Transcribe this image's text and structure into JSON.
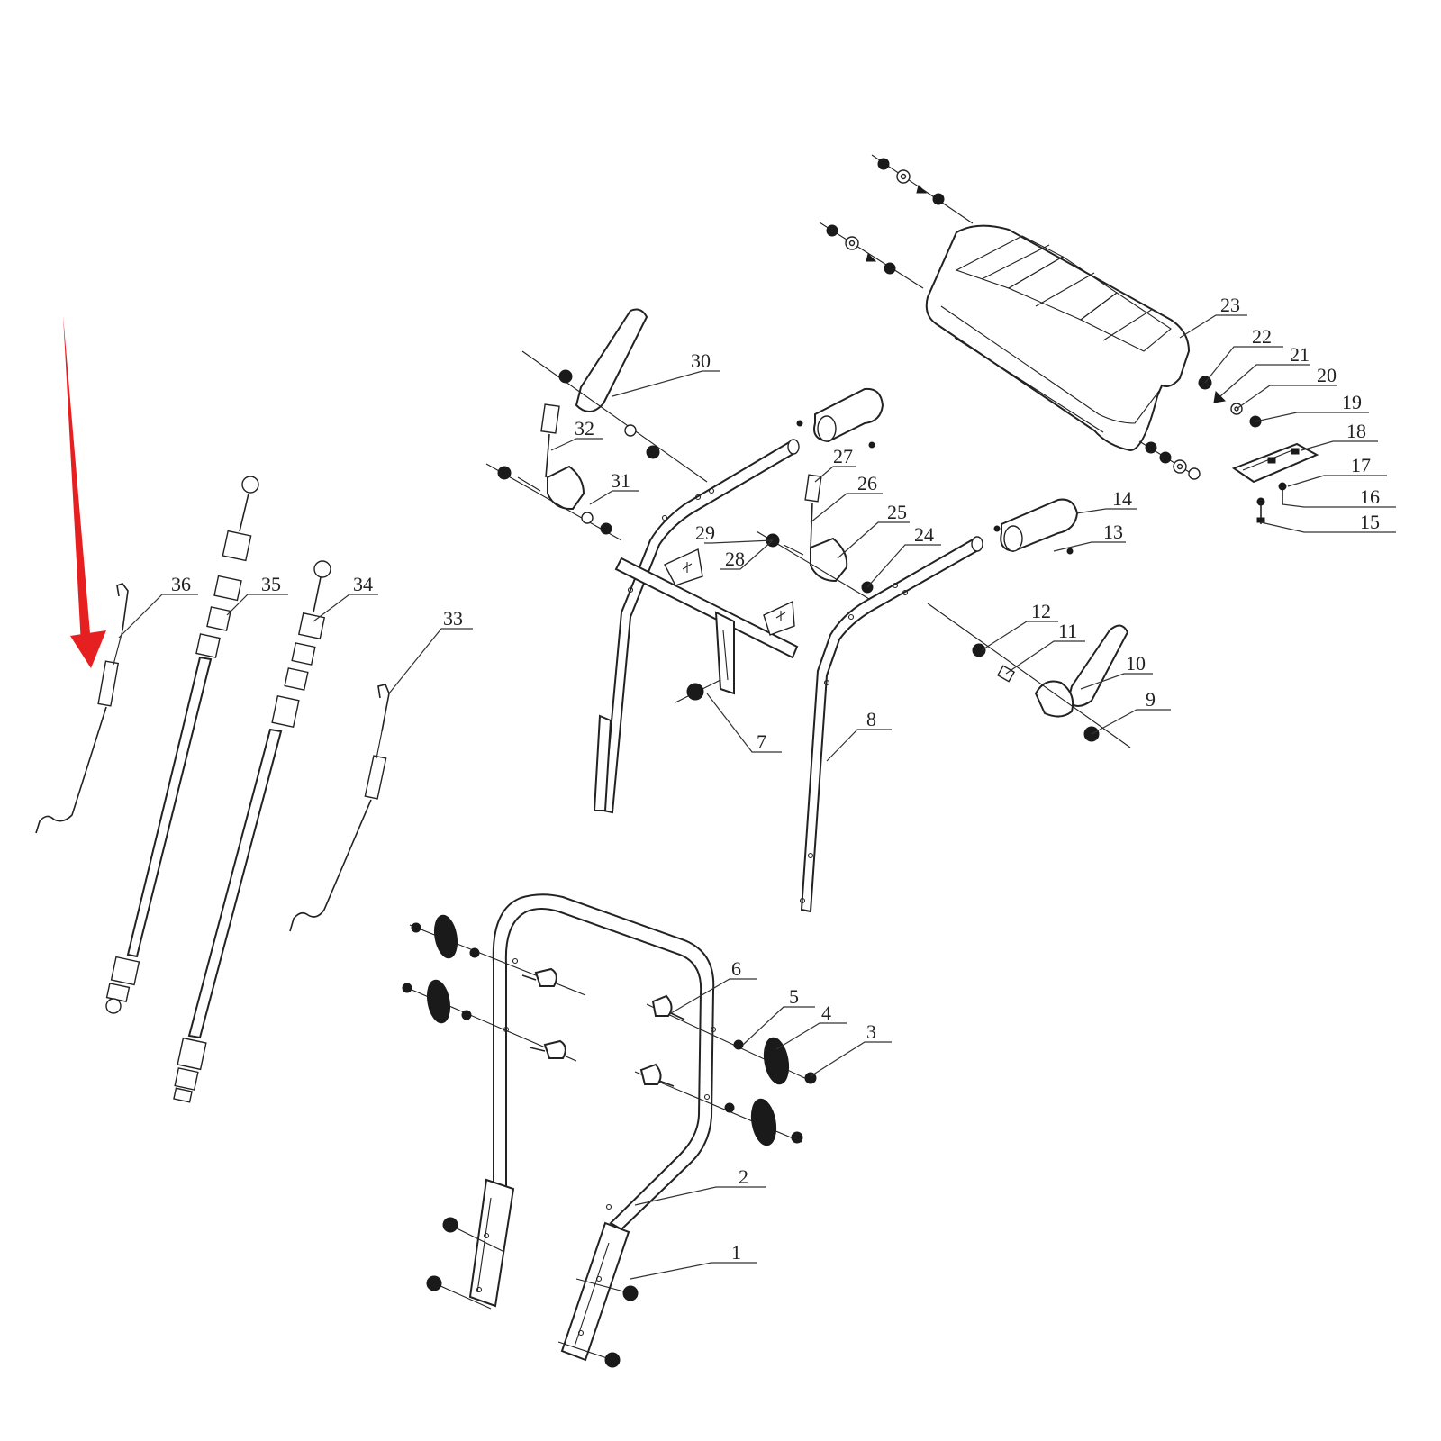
{
  "diagram": {
    "type": "exploded-parts",
    "pointer_arrow_color": "#e62020",
    "line_color": "#222222",
    "parts": [
      "1",
      "2",
      "3",
      "4",
      "5",
      "6",
      "7",
      "8",
      "9",
      "10",
      "11",
      "12",
      "13",
      "14",
      "15",
      "16",
      "17",
      "18",
      "19",
      "20",
      "21",
      "22",
      "23",
      "24",
      "25",
      "26",
      "27",
      "28",
      "29",
      "30",
      "31",
      "32",
      "33",
      "34",
      "35",
      "36"
    ]
  }
}
